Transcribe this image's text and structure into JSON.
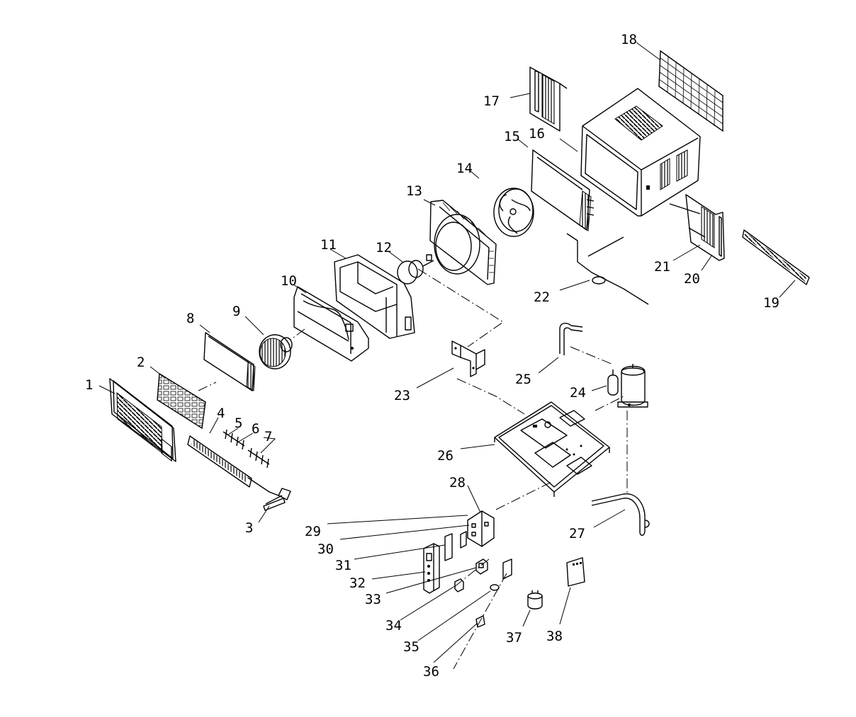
{
  "diagram": {
    "type": "exploded-parts-diagram",
    "callouts": [
      "1",
      "2",
      "3",
      "4",
      "5",
      "6",
      "7",
      "8",
      "9",
      "10",
      "11",
      "12",
      "13",
      "14",
      "15",
      "16",
      "17",
      "18",
      "19",
      "20",
      "21",
      "22",
      "23",
      "24",
      "25",
      "26",
      "27",
      "28",
      "29",
      "30",
      "31",
      "32",
      "33",
      "34",
      "35",
      "36",
      "37",
      "38"
    ]
  }
}
